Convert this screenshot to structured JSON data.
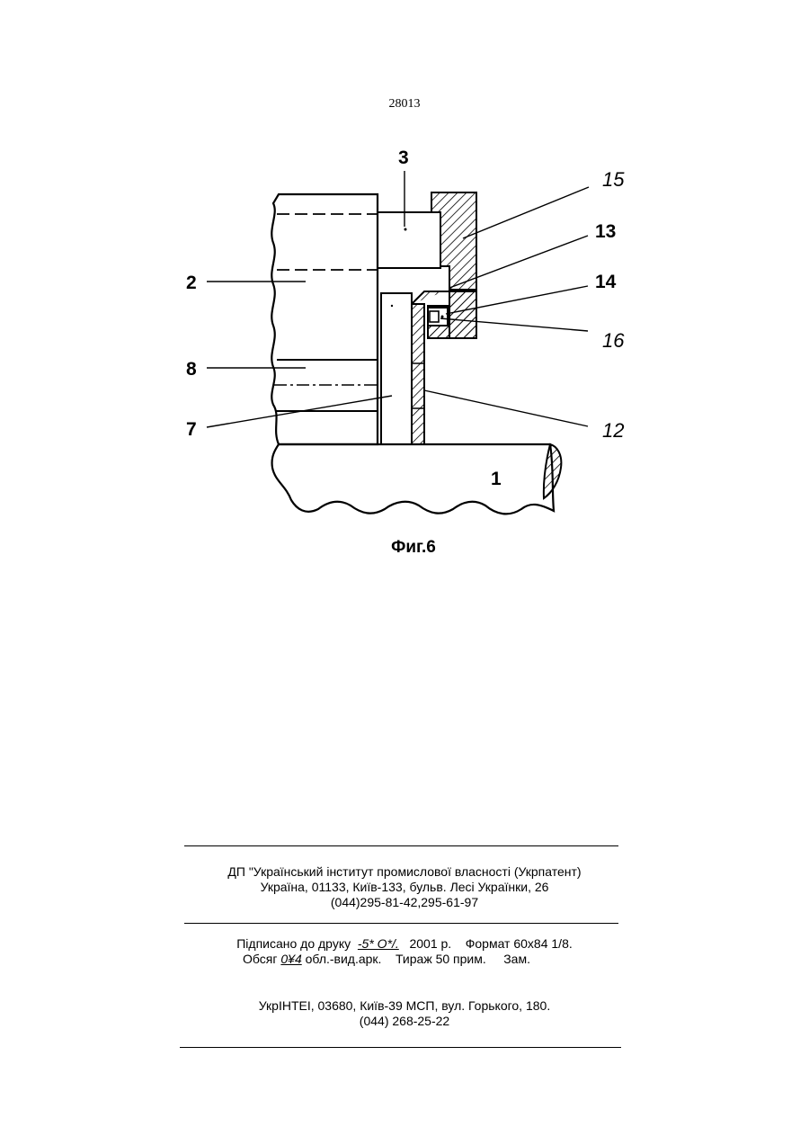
{
  "page": {
    "number": "28013"
  },
  "figure": {
    "caption": "Фиг.6",
    "labels": {
      "l1": "1",
      "l2": "2",
      "l3": "3",
      "l7": "7",
      "l8": "8",
      "l12": "12",
      "l13": "13",
      "l14": "14",
      "l15": "15",
      "l16": "16"
    }
  },
  "publisher": {
    "line1": "ДП \"Український інститут промислової власності (Укрпатент)",
    "line2": "Україна, 01133, Київ-133, бульв. Лесі Українки, 26",
    "line3": "(044)295-81-42,295-61-97"
  },
  "print_info": {
    "signed_prefix": "Підписано до друку",
    "signed_date": "-5* О*/.",
    "signed_suffix": "2001 р.    Формат 60x84 1/8.",
    "volume_prefix": "Обсяг",
    "volume_value": "0¥4",
    "volume_suffix": "обл.-вид.арк.    Тираж 50 прим.     Зам."
  },
  "printer": {
    "line1": "УкрІНТЕІ, 03680, Київ-39 МСП, вул. Горького, 180.",
    "line2": "(044) 268-25-22"
  }
}
